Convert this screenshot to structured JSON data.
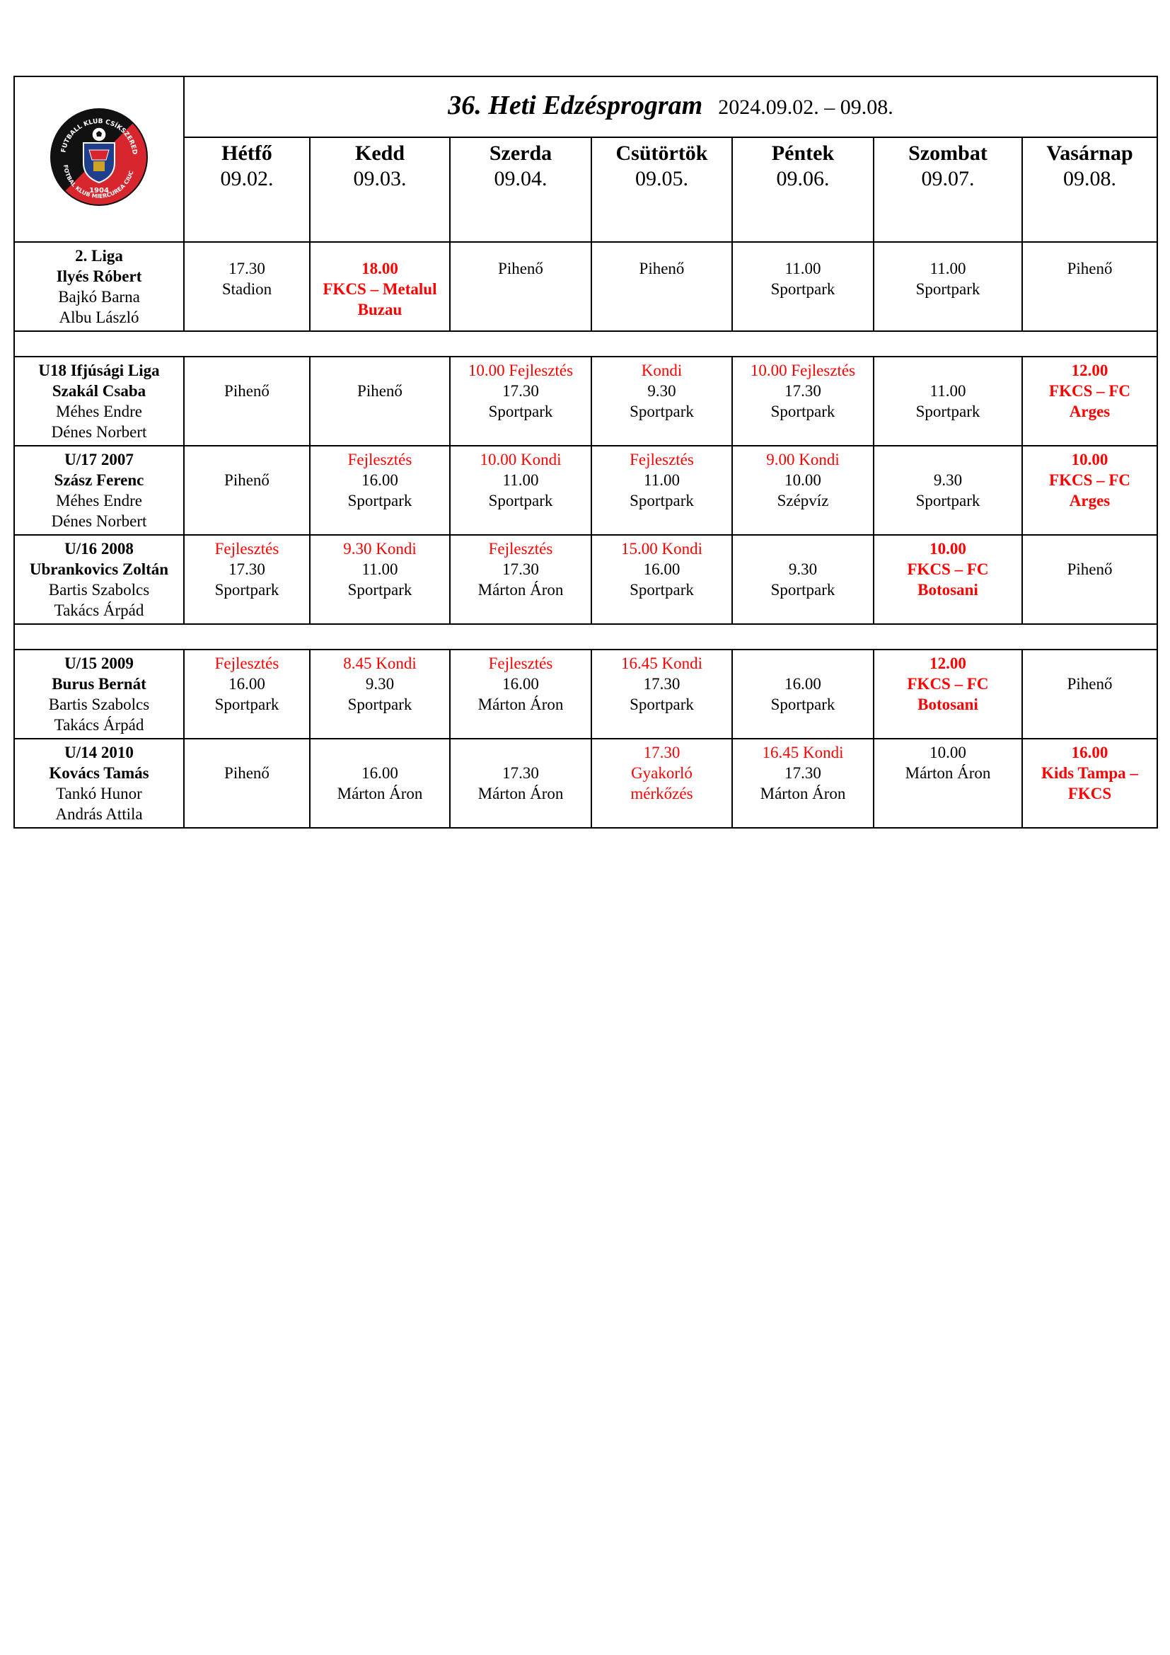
{
  "header": {
    "title": "36. Heti Edzésprogram",
    "date_range": "2024.09.02. – 09.08.",
    "logo": {
      "top_text": "FUTBALL KLUB CSÍKSZEREDA",
      "bottom_text": "FOTBAL KLUB MIERCUREA CIUC",
      "year": "1904",
      "colors": {
        "black": "#111111",
        "red": "#d7262e",
        "blue": "#1f3e8c"
      }
    }
  },
  "days": [
    {
      "name": "Hétfő",
      "date": "09.02."
    },
    {
      "name": "Kedd",
      "date": "09.03."
    },
    {
      "name": "Szerda",
      "date": "09.04."
    },
    {
      "name": "Csütörtök",
      "date": "09.05."
    },
    {
      "name": "Péntek",
      "date": "09.06."
    },
    {
      "name": "Szombat",
      "date": "09.07."
    },
    {
      "name": "Vasárnap",
      "date": "09.08."
    }
  ],
  "colors": {
    "highlight": "#ff0000"
  },
  "teams": [
    {
      "name": "2. Liga",
      "coach": "Ilyés Róbert",
      "assistants": [
        "Bajkó Barna",
        "Albu László"
      ],
      "cells": [
        [
          {
            "t": "17.30"
          },
          {
            "t": "Stadion"
          }
        ],
        [
          {
            "t": "18.00",
            "s": "redb"
          },
          {
            "t": "FKCS – Metalul",
            "s": "redb"
          },
          {
            "t": "Buzau",
            "s": "redb"
          }
        ],
        [
          {
            "t": "Pihenő"
          }
        ],
        [
          {
            "t": "Pihenő"
          }
        ],
        [
          {
            "t": "11.00"
          },
          {
            "t": "Sportpark"
          }
        ],
        [
          {
            "t": "11.00"
          },
          {
            "t": "Sportpark"
          }
        ],
        [
          {
            "t": "Pihenő"
          }
        ]
      ]
    },
    {
      "name": "U18 Ifjúsági Liga",
      "coach": "Szakál Csaba",
      "assistants": [
        "Méhes Endre",
        "Dénes Norbert"
      ],
      "cells": [
        [
          {
            "t": "Pihenő"
          }
        ],
        [
          {
            "t": "Pihenő"
          }
        ],
        [
          {
            "t": "10.00 Fejlesztés",
            "s": "red"
          },
          {
            "t": "17.30"
          },
          {
            "t": "Sportpark"
          }
        ],
        [
          {
            "t": "Kondi",
            "s": "red"
          },
          {
            "t": "9.30"
          },
          {
            "t": "Sportpark"
          }
        ],
        [
          {
            "t": "10.00 Fejlesztés",
            "s": "red"
          },
          {
            "t": "17.30"
          },
          {
            "t": "Sportpark"
          }
        ],
        [
          {
            "t": "11.00"
          },
          {
            "t": "Sportpark"
          }
        ],
        [
          {
            "t": "12.00",
            "s": "redb"
          },
          {
            "t": "FKCS – FC",
            "s": "redb"
          },
          {
            "t": "Arges",
            "s": "redb"
          }
        ]
      ]
    },
    {
      "name": "U/17 2007",
      "coach": "Szász Ferenc",
      "assistants": [
        "Méhes Endre",
        "Dénes Norbert"
      ],
      "cells": [
        [
          {
            "t": "Pihenő"
          }
        ],
        [
          {
            "t": "Fejlesztés",
            "s": "red"
          },
          {
            "t": "16.00"
          },
          {
            "t": "Sportpark"
          }
        ],
        [
          {
            "t": "10.00 Kondi",
            "s": "red"
          },
          {
            "t": "11.00"
          },
          {
            "t": "Sportpark"
          }
        ],
        [
          {
            "t": "Fejlesztés",
            "s": "red"
          },
          {
            "t": "11.00"
          },
          {
            "t": "Sportpark"
          }
        ],
        [
          {
            "t": "9.00 Kondi",
            "s": "red"
          },
          {
            "t": "10.00"
          },
          {
            "t": "Szépvíz"
          }
        ],
        [
          {
            "t": "9.30"
          },
          {
            "t": "Sportpark"
          }
        ],
        [
          {
            "t": "10.00",
            "s": "redb"
          },
          {
            "t": "FKCS – FC",
            "s": "redb"
          },
          {
            "t": "Arges",
            "s": "redb"
          }
        ]
      ]
    },
    {
      "name": "U/16 2008",
      "coach": "Ubrankovics Zoltán",
      "assistants": [
        "Bartis Szabolcs",
        "Takács Árpád"
      ],
      "cells": [
        [
          {
            "t": "Fejlesztés",
            "s": "red"
          },
          {
            "t": "17.30"
          },
          {
            "t": "Sportpark"
          }
        ],
        [
          {
            "t": "9.30 Kondi",
            "s": "red"
          },
          {
            "t": "11.00"
          },
          {
            "t": "Sportpark"
          }
        ],
        [
          {
            "t": "Fejlesztés",
            "s": "red"
          },
          {
            "t": "17.30"
          },
          {
            "t": "Márton Áron"
          }
        ],
        [
          {
            "t": "15.00 Kondi",
            "s": "red"
          },
          {
            "t": "16.00"
          },
          {
            "t": "Sportpark"
          }
        ],
        [
          {
            "t": "9.30"
          },
          {
            "t": "Sportpark"
          }
        ],
        [
          {
            "t": "10.00",
            "s": "redb"
          },
          {
            "t": "FKCS – FC",
            "s": "redb"
          },
          {
            "t": "Botosani",
            "s": "redb"
          }
        ],
        [
          {
            "t": "Pihenő"
          }
        ]
      ]
    },
    {
      "name": "U/15 2009",
      "coach": "Burus Bernát",
      "assistants": [
        "Bartis Szabolcs",
        "Takács Árpád"
      ],
      "cells": [
        [
          {
            "t": "Fejlesztés",
            "s": "red"
          },
          {
            "t": "16.00"
          },
          {
            "t": "Sportpark"
          }
        ],
        [
          {
            "t": "8.45 Kondi",
            "s": "red"
          },
          {
            "t": "9.30"
          },
          {
            "t": "Sportpark"
          }
        ],
        [
          {
            "t": "Fejlesztés",
            "s": "red"
          },
          {
            "t": "16.00"
          },
          {
            "t": "Márton Áron"
          }
        ],
        [
          {
            "t": "16.45 Kondi",
            "s": "red"
          },
          {
            "t": "17.30"
          },
          {
            "t": "Sportpark"
          }
        ],
        [
          {
            "t": "16.00"
          },
          {
            "t": "Sportpark"
          }
        ],
        [
          {
            "t": "12.00",
            "s": "redb"
          },
          {
            "t": "FKCS – FC",
            "s": "redb"
          },
          {
            "t": "Botosani",
            "s": "redb"
          }
        ],
        [
          {
            "t": "Pihenő"
          }
        ]
      ]
    },
    {
      "name": "U/14 2010",
      "coach": "Kovács Tamás",
      "assistants": [
        "Tankó Hunor",
        "András Attila"
      ],
      "cells": [
        [
          {
            "t": "Pihenő"
          }
        ],
        [
          {
            "t": "16.00"
          },
          {
            "t": "Márton Áron"
          }
        ],
        [
          {
            "t": "17.30"
          },
          {
            "t": "Márton Áron"
          }
        ],
        [
          {
            "t": "17.30",
            "s": "red"
          },
          {
            "t": "Gyakorló",
            "s": "red"
          },
          {
            "t": "mérkőzés",
            "s": "red"
          }
        ],
        [
          {
            "t": "16.45 Kondi",
            "s": "red"
          },
          {
            "t": "17.30"
          },
          {
            "t": "Márton Áron"
          }
        ],
        [
          {
            "t": "10.00"
          },
          {
            "t": "Márton Áron"
          }
        ],
        [
          {
            "t": "16.00",
            "s": "redb"
          },
          {
            "t": "Kids Tampa –",
            "s": "redb"
          },
          {
            "t": "FKCS",
            "s": "redb"
          }
        ]
      ]
    }
  ]
}
